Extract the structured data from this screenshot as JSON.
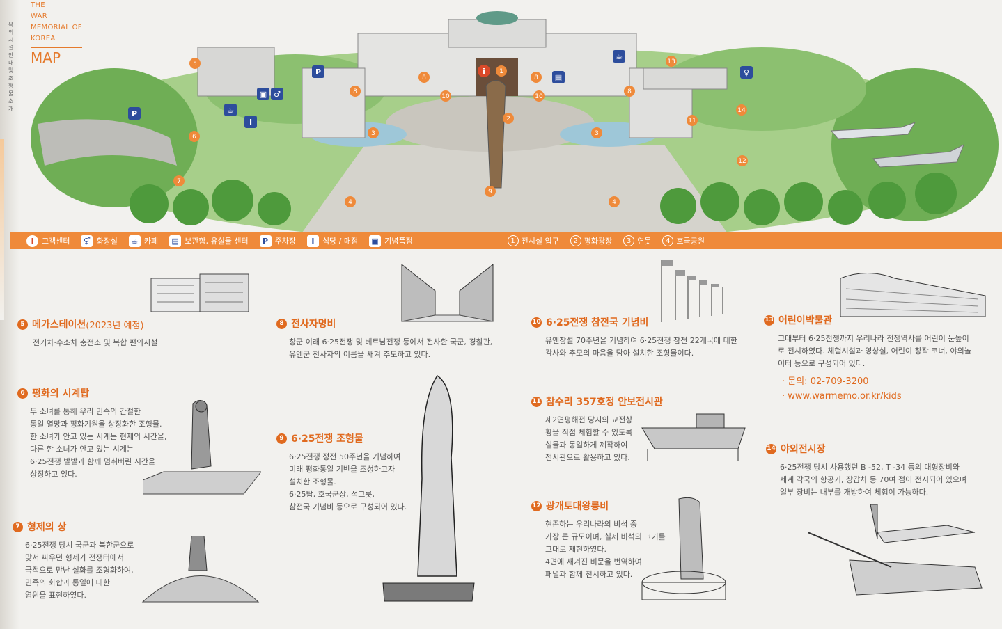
{
  "vertical_note": "옥외시설안내및조형물소개",
  "brand": {
    "line1": "THE",
    "line2": "WAR",
    "line3": "MEMORIAL OF",
    "line4": "KOREA",
    "map": "MAP"
  },
  "map_markers": [
    "1",
    "2",
    "3",
    "3",
    "4",
    "4",
    "5",
    "6",
    "7",
    "8",
    "8",
    "8",
    "8",
    "9",
    "10",
    "10",
    "11",
    "12",
    "13",
    "14"
  ],
  "legend": {
    "icons": [
      {
        "icon": "info-icon",
        "label": "고객센터"
      },
      {
        "icon": "restroom-icon",
        "label": "화장실"
      },
      {
        "icon": "cafe-icon",
        "label": "카페"
      },
      {
        "icon": "storage-icon",
        "label": "보관함, 유실물 센터"
      },
      {
        "icon": "parking-icon",
        "label": "주차장"
      },
      {
        "icon": "restaurant-icon",
        "label": "식당 / 매점"
      },
      {
        "icon": "gift-icon",
        "label": "기념품점"
      }
    ],
    "numbered": [
      {
        "num": "1",
        "label": "전시실 입구"
      },
      {
        "num": "2",
        "label": "평화광장"
      },
      {
        "num": "3",
        "label": "연못"
      },
      {
        "num": "4",
        "label": "호국공원"
      }
    ]
  },
  "sections": {
    "s5": {
      "num": "5",
      "title": "메가스테이션",
      "note": "(2023년 예정)",
      "body": [
        "전기차·수소차 충전소 및 복합 편의시설"
      ]
    },
    "s6": {
      "num": "6",
      "title": "평화의 시계탑",
      "body": [
        "두 소녀를 통해 우리 민족의 간절한",
        "통일 열망과 평화기원을 상징화한 조형물.",
        "한 소녀가 안고 있는 시계는 현재의 시간을,",
        "다른 한 소녀가 안고 있는 시계는",
        "6·25전쟁 발발과 함께 멈춰버린 시간을",
        "상징하고 있다."
      ]
    },
    "s7": {
      "num": "7",
      "title": "형제의 상",
      "body": [
        "6·25전쟁 당시 국군과 북한군으로",
        "맞서 싸우던 형제가 전쟁터에서",
        "극적으로 만난 실화를 조형화하여,",
        "민족의 화합과 통일에 대한",
        "염원을 표현하였다."
      ]
    },
    "s8": {
      "num": "8",
      "title": "전사자명비",
      "body": [
        "창군 이래 6·25전쟁 및 베트남전쟁 등에서 전사한 국군, 경찰관,",
        "유엔군 전사자의 이름을 새겨 추모하고 있다."
      ]
    },
    "s9": {
      "num": "9",
      "title": "6·25전쟁 조형물",
      "body": [
        "6·25전쟁 정전 50주년을 기념하여",
        "미래 평화통일 기반을 조성하고자",
        "설치한 조형물.",
        "6·25탑, 호국군상, 석그릇,",
        "참전국 기념비 등으로 구성되어 있다."
      ]
    },
    "s10": {
      "num": "10",
      "title": "6·25전쟁 참전국 기념비",
      "body": [
        "유엔창설 70주년을 기념하여 6·25전쟁 참전 22개국에 대한",
        "감사와 추모의 마음을 담아 설치한 조형물이다."
      ]
    },
    "s11": {
      "num": "11",
      "title": "참수리 357호정 안보전시관",
      "body": [
        "제2연평해전 당시의 교전상",
        "황을 직접 체험할 수 있도록",
        "실물과 동일하게 제작하여",
        "전시관으로 활용하고 있다."
      ]
    },
    "s12": {
      "num": "12",
      "title": "광개토대왕릉비",
      "body": [
        "현존하는 우리나라의 비석 중",
        "가장 큰 규모이며, 실제 비석의 크기를",
        "그대로 재현하였다.",
        "4면에 새겨진 비문을 번역하여",
        "패널과 함께 전시하고 있다."
      ]
    },
    "s13": {
      "num": "13",
      "title": "어린이박물관",
      "body": [
        "고대부터 6·25전쟁까지 우리나라 전쟁역사를 어린이 눈높이",
        "로 전시하였다. 체험시설과 영상실, 어린이 창작 코너, 야외놀",
        "이터 등으로 구성되어 있다."
      ],
      "contact": [
        "· 문의: 02-709-3200",
        "· www.warmemo.or.kr/kids"
      ]
    },
    "s14": {
      "num": "14",
      "title": "야외전시장",
      "body": [
        "6·25전쟁 당시 사용했던 B -52, T -34 등의 대형장비와",
        "세계 각국의 항공기, 장갑차 등 70여 점이 전시되어 있으며",
        "일부 장비는 내부를 개방하여 체험이 가능하다."
      ]
    }
  },
  "colors": {
    "accent": "#ef8a3a",
    "title": "#e06a1f",
    "icon_blue": "#2d4d9c",
    "tree": "#5fa84a"
  }
}
